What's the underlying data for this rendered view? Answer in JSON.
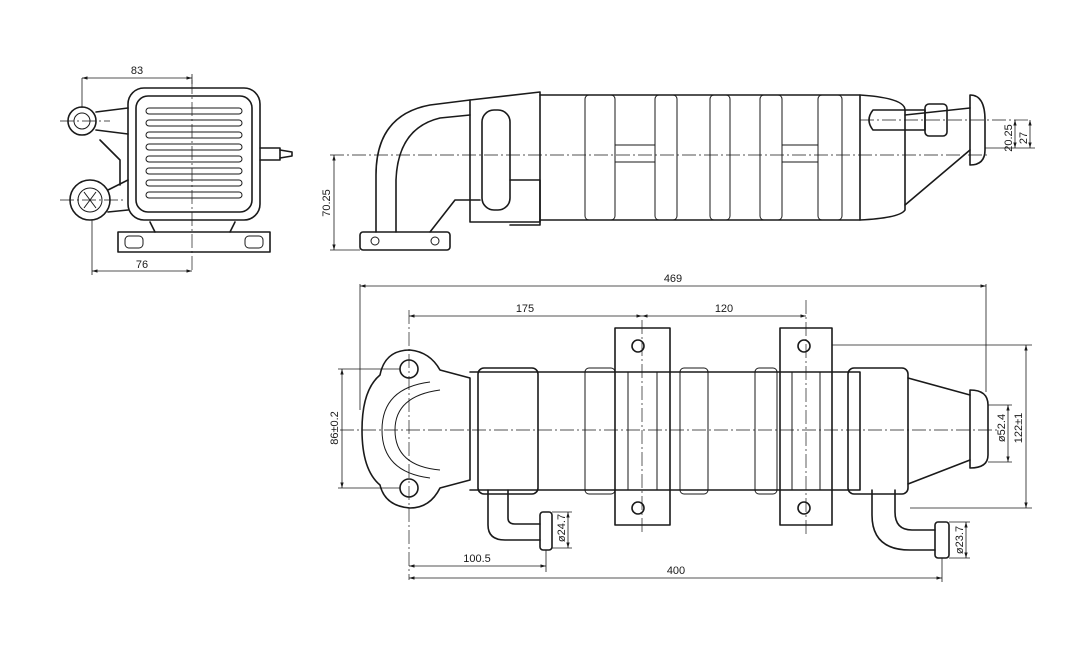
{
  "dimensions": {
    "side_width_top": "83",
    "side_width_bottom": "76",
    "front_height": "70.25",
    "front_right_a": "20.25",
    "front_right_b": "27",
    "overall_length": "469",
    "flange_to_bracket": "175",
    "bracket_spacing": "120",
    "flange_height": "86±0.2",
    "outlet_dia": "ø52.4",
    "overall_height": "122±1",
    "inlet_pipe_dia": "ø24.7",
    "inlet_pipe_offset": "100.5",
    "bottom_length": "400",
    "outlet_pipe_dia": "ø23.7"
  },
  "colors": {
    "line": "#1a1a1a",
    "background": "#ffffff"
  }
}
